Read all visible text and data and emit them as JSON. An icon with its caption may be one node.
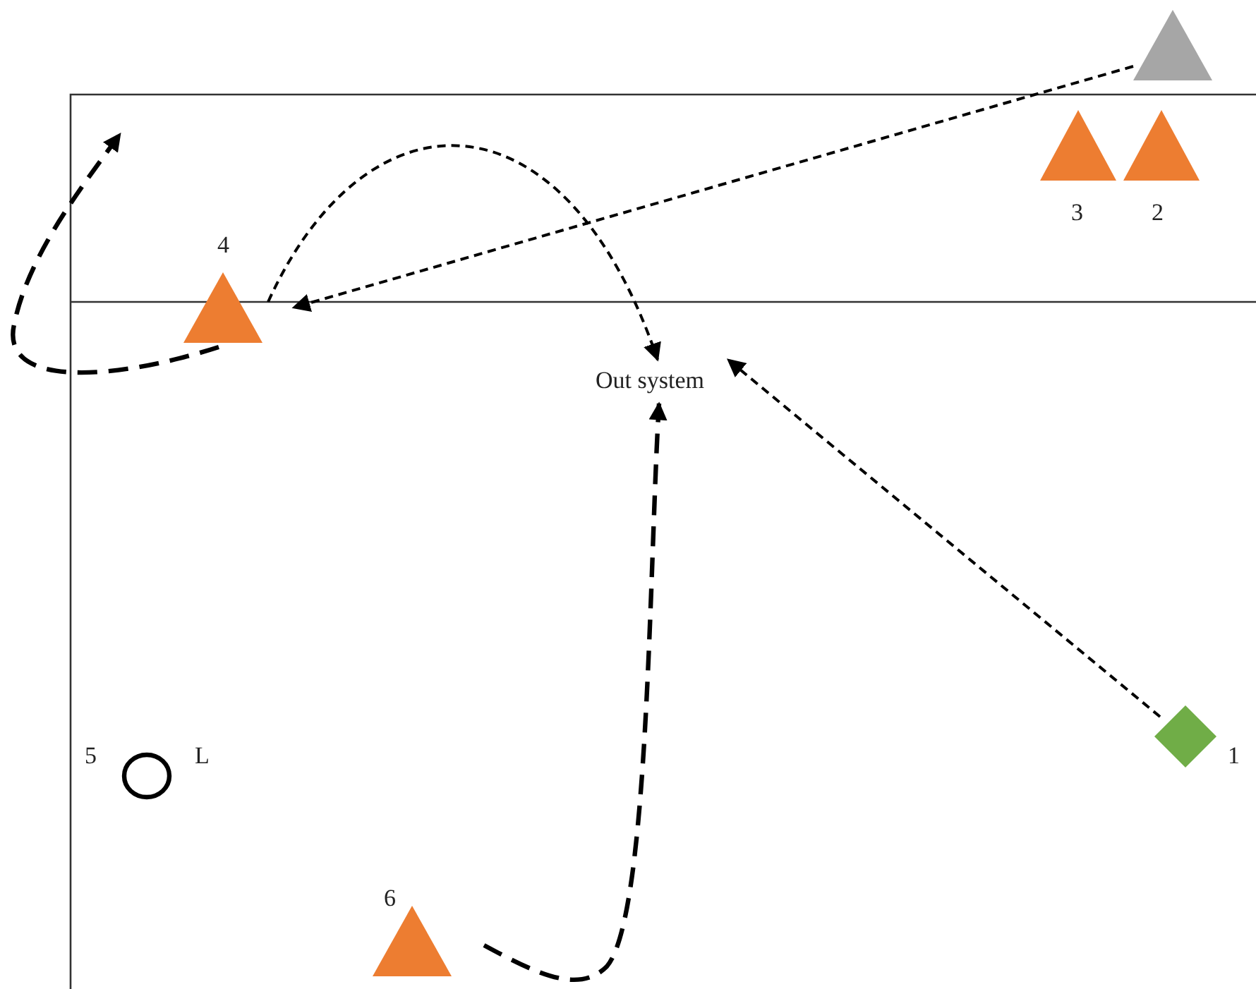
{
  "diagram": {
    "nodes": [
      {
        "text": [],
        "shape": "triangle"
      },
      {
        "text": [
          "3"
        ]
      },
      {
        "text": [
          "2"
        ]
      },
      {
        "text": [
          "4"
        ]
      },
      {
        "text": [
          "Out system"
        ]
      },
      {
        "text": [
          "5"
        ],
        "beside": [
          "L"
        ]
      },
      {
        "text": [
          "1"
        ]
      },
      {
        "text": [
          "6"
        ]
      }
    ],
    "edges": [
      {
        "from": 0,
        "to": 3,
        "arrow": "to",
        "style": "dashed"
      },
      {
        "from": 3,
        "to": 4,
        "arrow": "to",
        "style": "dashed"
      },
      {
        "from": 3,
        "to": null,
        "arrow": "to",
        "style": "dashed"
      },
      {
        "from": 6,
        "to": 4,
        "arrow": "to",
        "style": "dashed"
      },
      {
        "from": 7,
        "to": 4,
        "arrow": "to",
        "style": "dashed"
      }
    ]
  }
}
